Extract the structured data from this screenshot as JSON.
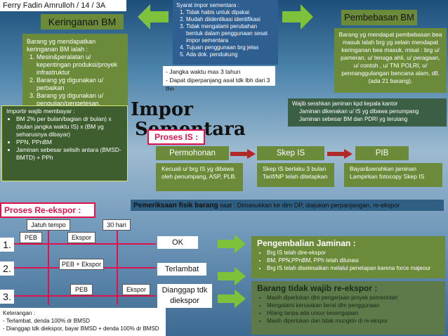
{
  "header": {
    "author": "Ferry Fadin Amrulloh / 14 / 3A"
  },
  "keringanan": {
    "title": "Keringanan BM",
    "intro": "Barang yg mendapatkan keringanan BM ialah :",
    "items": [
      "Mesin&peralatan u/ kepentingan produksi/proyek infrastruktur",
      "Barang yg digunakan u/ perbaikan",
      "Barang yg digunakan u/ pengujian/pengetesan."
    ]
  },
  "syarat": {
    "intro": "Syarat impor sementara :",
    "items": [
      "Tidak habis untuk dipakai",
      "Mudah diidentikasi identifikasi",
      "Tidak mengalami perubahan bentuk dalam penggunaan sesat impor sementara",
      "Tujuan penggunaan brg jelas",
      "Ada dok. pendukung"
    ],
    "extra": [
      "- Jangka waktu max 3 tahun",
      "- Dapat diperpanjang asal tdk lbh dari 3 thn"
    ]
  },
  "pembebasan": {
    "title": "Pembebasan BM",
    "body": "Barang yg mendapat pembebasan bea masuk ialah brg yg selain mendapat keringanan bea masuk, misal : brg u/ pameran, u/ tenaga ahli, u/ peragaan, u/ contoh , u/ TNI POLRI, u/ pennanggulangan bencana alam, dll. (ada 21 barang)."
  },
  "main_title": {
    "line1": "Impor",
    "line2": "Sementara"
  },
  "wajib": {
    "intro": "Wajib serahkan jaminan kpd kepala kantor",
    "items": [
      "Jaminan dikenakan u/ IS yg dibawa penumpang",
      "Jaminan sebesar BM dan PDRI yg terutang"
    ]
  },
  "importir": {
    "intro": "Importir wajib membayar :",
    "items": [
      "BM 2% per bulan/bagian dr bulan) x (bulan jangka waktu IS) x (BM yg seharusnya dibayar)",
      "PPN, PPnBM",
      "Jaminan sebesar selisih antara (BMSD-BMTD) + PPh"
    ]
  },
  "proses_is": {
    "title": "Proses IS :",
    "steps": [
      "Permohonan",
      "Skep IS",
      "PIB"
    ],
    "notes": [
      "Kecuali u/ brg IS yg dibawa oleh penumpang, ASP, PLB.",
      "Skep IS berlaku 3 bulan Tarif/NP telah ditetapkan",
      "Bayar&serahkan jaminan Lampirkan fotocopy Skep IS"
    ]
  },
  "pemeriksaan": {
    "bold": "Pemeriksaan fisik barang",
    "rest": " saat : Dimasukkan ke dlm DP, diajukan perpanjangan, re-ekspor"
  },
  "reekspor": {
    "title": "Proses Re-ekspor :",
    "jatuh_tempo": "Jatuh tempo",
    "hari": "30 hari",
    "rows": [
      {
        "num": "1.",
        "left": "PEB",
        "mid": "Ekspor",
        "result": "OK"
      },
      {
        "num": "2.",
        "left": "PEB + Ekspor",
        "result": "Terlambat"
      },
      {
        "num": "3.",
        "left": "PEB",
        "mid": "Ekspor",
        "result": "Dianggap tdk diekspor"
      }
    ],
    "keterangan": [
      "Keterangan :",
      "- Terlambat, denda 100% dr BMSD",
      "- Dianggap tdk diekspor, bayar BMSD + denda 100% dr BMSD"
    ]
  },
  "pengembalian": {
    "title": "Pengembalian Jaminan :",
    "items": [
      "Brg IS telah dire-ekspor",
      "BM, PPN,PPnBM, PPh telah dilunasi",
      "Brg IS telah diselesaikan melalui penetapan karena force majeour"
    ]
  },
  "tidak_wajib": {
    "title": "Barang tidak wajib re-ekspor :",
    "items": [
      "Masih diperlukan dlm pengerjaan proyek pemerintah",
      "Mengalami kerusakan berat dlm penggunaan",
      "Hilang tanpa ada unsur kesengajaan",
      "Masih diperlukan dan tidak mungkin di re-ekspor"
    ]
  },
  "colors": {
    "accent_red": "#e0124d",
    "arrow_green": "#7ec13b",
    "box_green": "#6c8b3a"
  }
}
